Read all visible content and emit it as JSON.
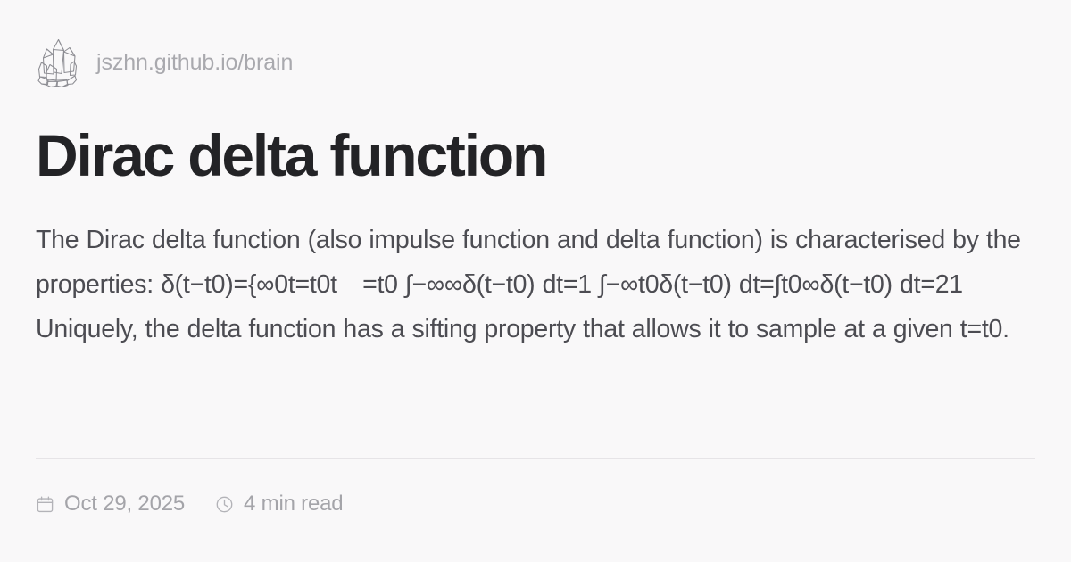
{
  "page": {
    "background_color": "#f9f8f9",
    "title_color": "#232326",
    "body_color": "#4c4c52",
    "muted_color": "#a6a6ab",
    "divider_color": "#e6e4e7"
  },
  "brand": {
    "logo_icon": "crystal-cluster-icon",
    "url": "jszhn.github.io/brain"
  },
  "article": {
    "title": "Dirac delta function",
    "summary": "The Dirac delta function (also impulse function and delta function) is characterised by the properties: δ(t−t0)={∞0t=t0t =t0 ∫−∞∞δ(t−t0) dt=1 ∫−∞t0δ(t−t0) dt=∫t0∞δ(t−t0) dt=21 Uniquely, the delta function has a sifting property that allows it to sample at a given t=t0."
  },
  "meta": {
    "date_icon": "calendar-icon",
    "date": "Oct 29, 2025",
    "read_time_icon": "clock-icon",
    "read_time": "4 min read"
  }
}
